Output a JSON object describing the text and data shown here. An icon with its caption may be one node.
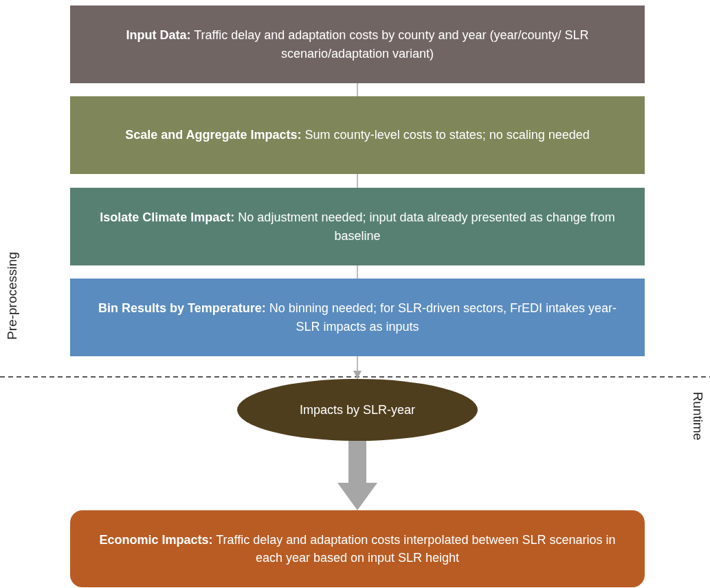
{
  "diagram": {
    "nodes": [
      {
        "text": [
          "**Input Data:** Traffic delay and adaptation costs by county and year (year/county/ SLR scenario/adaptation variant)"
        ]
      },
      {
        "text": [
          "**Scale and Aggregate Impacts:** Sum county-level costs to states; no scaling needed"
        ]
      },
      {
        "text": [
          "**Isolate Climate Impact:** No adjustment needed; input data already presented as change from baseline"
        ]
      },
      {
        "text": [
          "**Bin Results by Temperature:** No binning needed; for SLR-driven sectors, FrEDI intakes year-SLR impacts as inputs"
        ]
      },
      {
        "text": [
          "Impacts by SLR-year"
        ]
      },
      {
        "text": [
          "**Economic Impacts:** Traffic delay and adaptation costs interpolated between SLR scenarios in each year based on input SLR height"
        ]
      }
    ],
    "edges": [
      {
        "from": 0,
        "to": 1,
        "arrow": "none"
      },
      {
        "from": 1,
        "to": 2,
        "arrow": "none"
      },
      {
        "from": 2,
        "to": 3,
        "arrow": "none"
      },
      {
        "from": 3,
        "to": 4,
        "arrow": "to"
      },
      {
        "from": 4,
        "to": 5,
        "arrow": "to",
        "style": "thick"
      }
    ],
    "labels": [
      "Pre-processing",
      "Runtime"
    ]
  }
}
